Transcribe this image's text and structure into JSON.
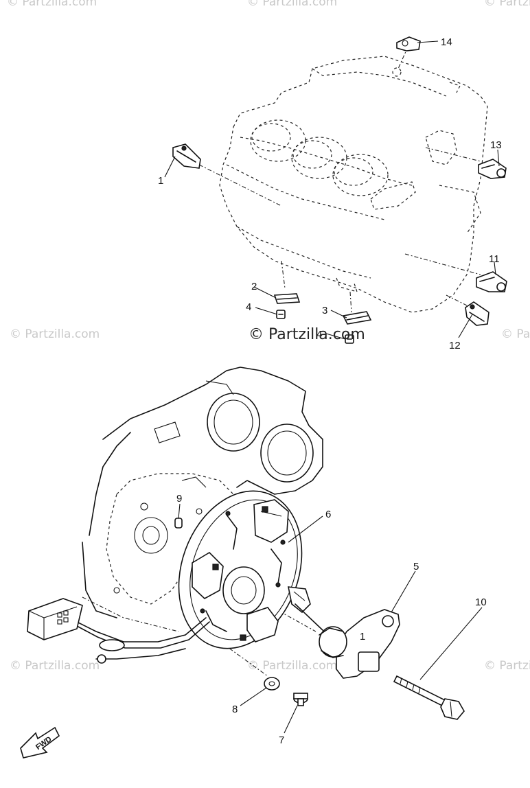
{
  "watermarks": {
    "main": "© Partzilla.com",
    "faint": "© Partzilla.com"
  },
  "direction_marker": {
    "text": "FWD",
    "icon": "fwd-arrow-icon"
  },
  "callouts": {
    "c1": "1",
    "c2": "2",
    "c3": "3",
    "c4a": "4",
    "c4b": "4",
    "c5": "5",
    "c6": "6",
    "c7": "7",
    "c8": "8",
    "c9": "9",
    "c10": "10",
    "c11": "11",
    "c12": "12",
    "c13": "13",
    "c14": "14",
    "plate_mark": "1"
  }
}
